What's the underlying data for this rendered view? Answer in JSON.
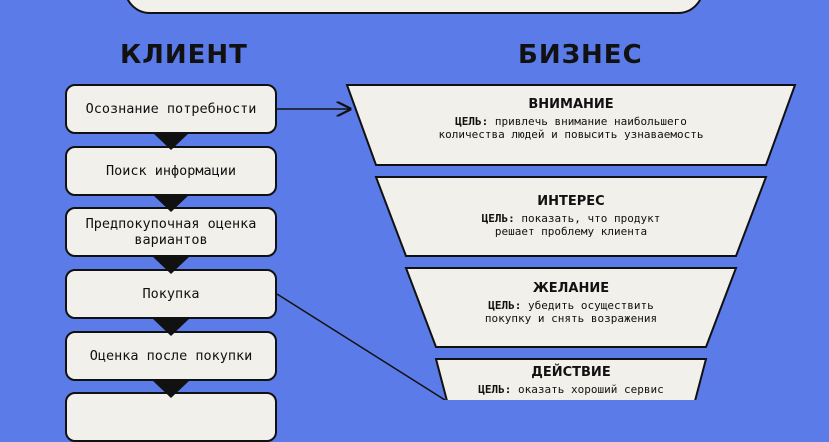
{
  "headers": {
    "client": "КЛИЕНТ",
    "business": "БИЗНЕС"
  },
  "client_steps": [
    "Осознание потребности",
    "Поиск информации",
    "Предпокупочная оценка вариантов",
    "Покупка",
    "Оценка после покупки",
    ""
  ],
  "funnel": [
    {
      "title": "ВНИМАНИЕ",
      "goal_label": "ЦЕЛЬ:",
      "goal": " привлечь внимание наибольшего количества людей и повысить узнаваемость"
    },
    {
      "title": "ИНТЕРЕС",
      "goal_label": "ЦЕЛЬ:",
      "goal": " показать, что продукт решает проблему клиента"
    },
    {
      "title": "ЖЕЛАНИЕ",
      "goal_label": "ЦЕЛЬ:",
      "goal": " убедить осуществить покупку и снять возражения"
    },
    {
      "title": "ДЕЙСТВИЕ",
      "goal_label": "ЦЕЛЬ:",
      "goal": " оказать хороший сервис"
    }
  ],
  "colors": {
    "background": "#5b7be8",
    "box": "#f2f0eb",
    "ink": "#111111"
  }
}
